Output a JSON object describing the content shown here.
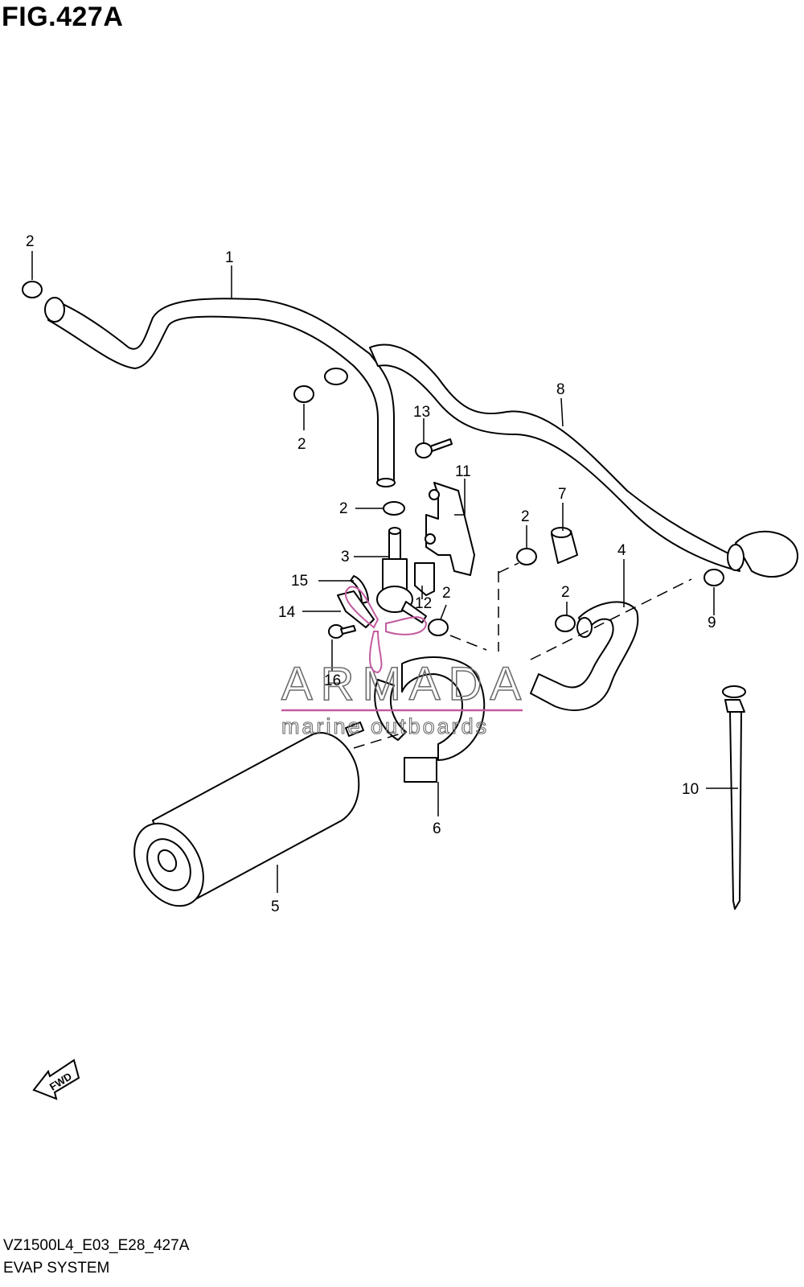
{
  "figure": {
    "title": "FIG.427A"
  },
  "callouts": [
    {
      "id": "c-2a",
      "text": "2"
    },
    {
      "id": "c-1",
      "text": "1"
    },
    {
      "id": "c-2b",
      "text": "2"
    },
    {
      "id": "c-13",
      "text": "13"
    },
    {
      "id": "c-11",
      "text": "11"
    },
    {
      "id": "c-8",
      "text": "8"
    },
    {
      "id": "c-2c",
      "text": "2"
    },
    {
      "id": "c-3",
      "text": "3"
    },
    {
      "id": "c-15",
      "text": "15"
    },
    {
      "id": "c-14",
      "text": "14"
    },
    {
      "id": "c-12",
      "text": "12"
    },
    {
      "id": "c-2d",
      "text": "2"
    },
    {
      "id": "c-16",
      "text": "16"
    },
    {
      "id": "c-7",
      "text": "7"
    },
    {
      "id": "c-2e",
      "text": "2"
    },
    {
      "id": "c-4",
      "text": "4"
    },
    {
      "id": "c-2f",
      "text": "2"
    },
    {
      "id": "c-9",
      "text": "9"
    },
    {
      "id": "c-10",
      "text": "10"
    },
    {
      "id": "c-6",
      "text": "6"
    },
    {
      "id": "c-5",
      "text": "5"
    }
  ],
  "watermark": {
    "brand": "ARMADA",
    "tagline": "marine outboards"
  },
  "fwd_marker": {
    "label": "FWD",
    "icon": "fwd-arrow-icon"
  },
  "footer": {
    "code": "VZ1500L4_E03_E28_427A",
    "name": "EVAP SYSTEM"
  }
}
